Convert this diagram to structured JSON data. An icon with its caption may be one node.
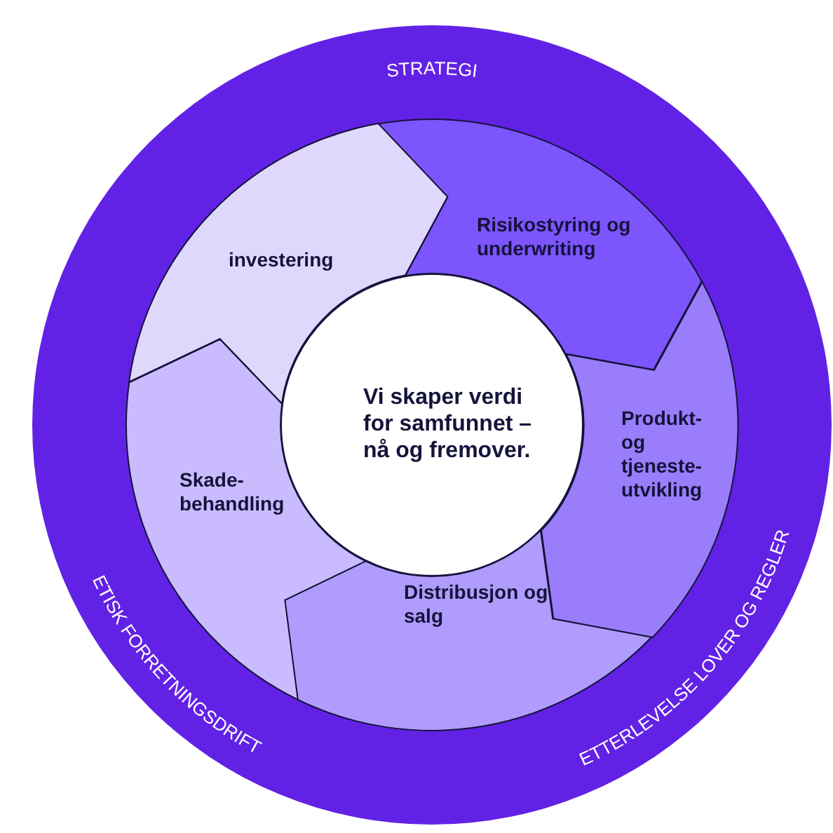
{
  "diagram": {
    "nodes": [
      {
        "text": [
          "STRATEGI",
          "ETISK FORRETNINGSDRIFT",
          "ETTERLEVELSE LOVER OG REGLER"
        ]
      },
      {
        "text": [
          "investering"
        ],
        "in": 0
      },
      {
        "text": [
          "Risikostyring og underwriting"
        ],
        "in": 0
      },
      {
        "text": [
          "Produkt- og tjeneste- utvikling"
        ],
        "in": 0
      },
      {
        "text": [
          "Distribusjon og salg"
        ],
        "in": 0
      },
      {
        "text": [
          "Skade- behandling"
        ],
        "in": 0
      },
      {
        "text": [
          "Vi skaper verdi for samfunnet – nå og fremover."
        ],
        "in": 0
      }
    ]
  }
}
